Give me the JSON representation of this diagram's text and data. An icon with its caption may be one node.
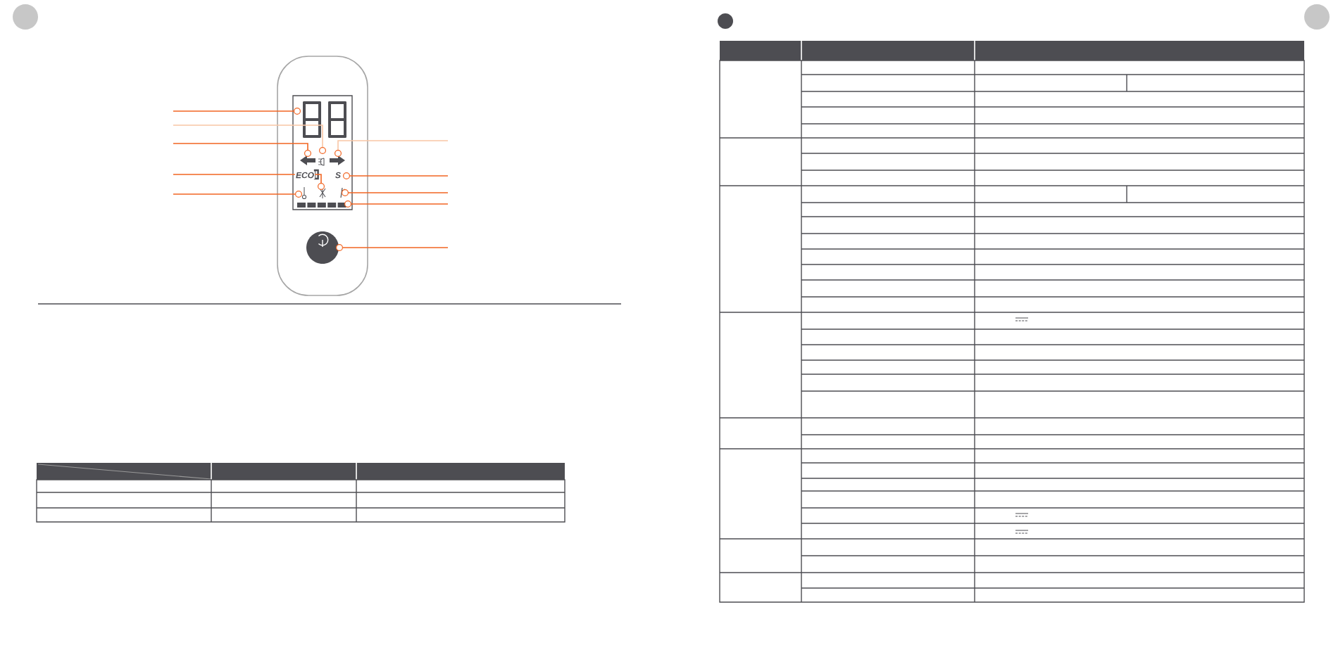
{
  "diagram": {
    "nodes": [
      {
        "text": [],
        "shape": "circle"
      },
      {
        "text": [],
        "shape": "circle"
      },
      {
        "text": [],
        "shape": "circle"
      },
      {
        "text": [],
        "shape": "circle"
      },
      {
        "text": [],
        "shape": "circle"
      },
      {
        "text": [],
        "shape": "circle"
      },
      {
        "text": [],
        "shape": "circle"
      },
      {
        "text": [],
        "shape": "circle"
      },
      {
        "text": [],
        "shape": "circle"
      },
      {
        "text": [],
        "shape": "circle"
      }
    ],
    "edges": [
      {
        "from": null,
        "to": 0,
        "arrow": "none"
      },
      {
        "from": null,
        "to": 1,
        "arrow": "none",
        "color": "#f9c6a5"
      },
      {
        "from": null,
        "to": 2,
        "arrow": "none"
      },
      {
        "from": null,
        "to": 3,
        "arrow": "none"
      },
      {
        "from": null,
        "to": 4,
        "arrow": "none"
      },
      {
        "from": null,
        "to": 5,
        "arrow": "none",
        "color": "#f9c6a5"
      },
      {
        "from": null,
        "to": 6,
        "arrow": "none"
      },
      {
        "from": null,
        "to": 7,
        "arrow": "none"
      },
      {
        "from": null,
        "to": 8,
        "arrow": "none"
      },
      {
        "from": null,
        "to": 9,
        "arrow": "none"
      }
    ],
    "labels": [
      "ECO",
      "S"
    ]
  }
}
